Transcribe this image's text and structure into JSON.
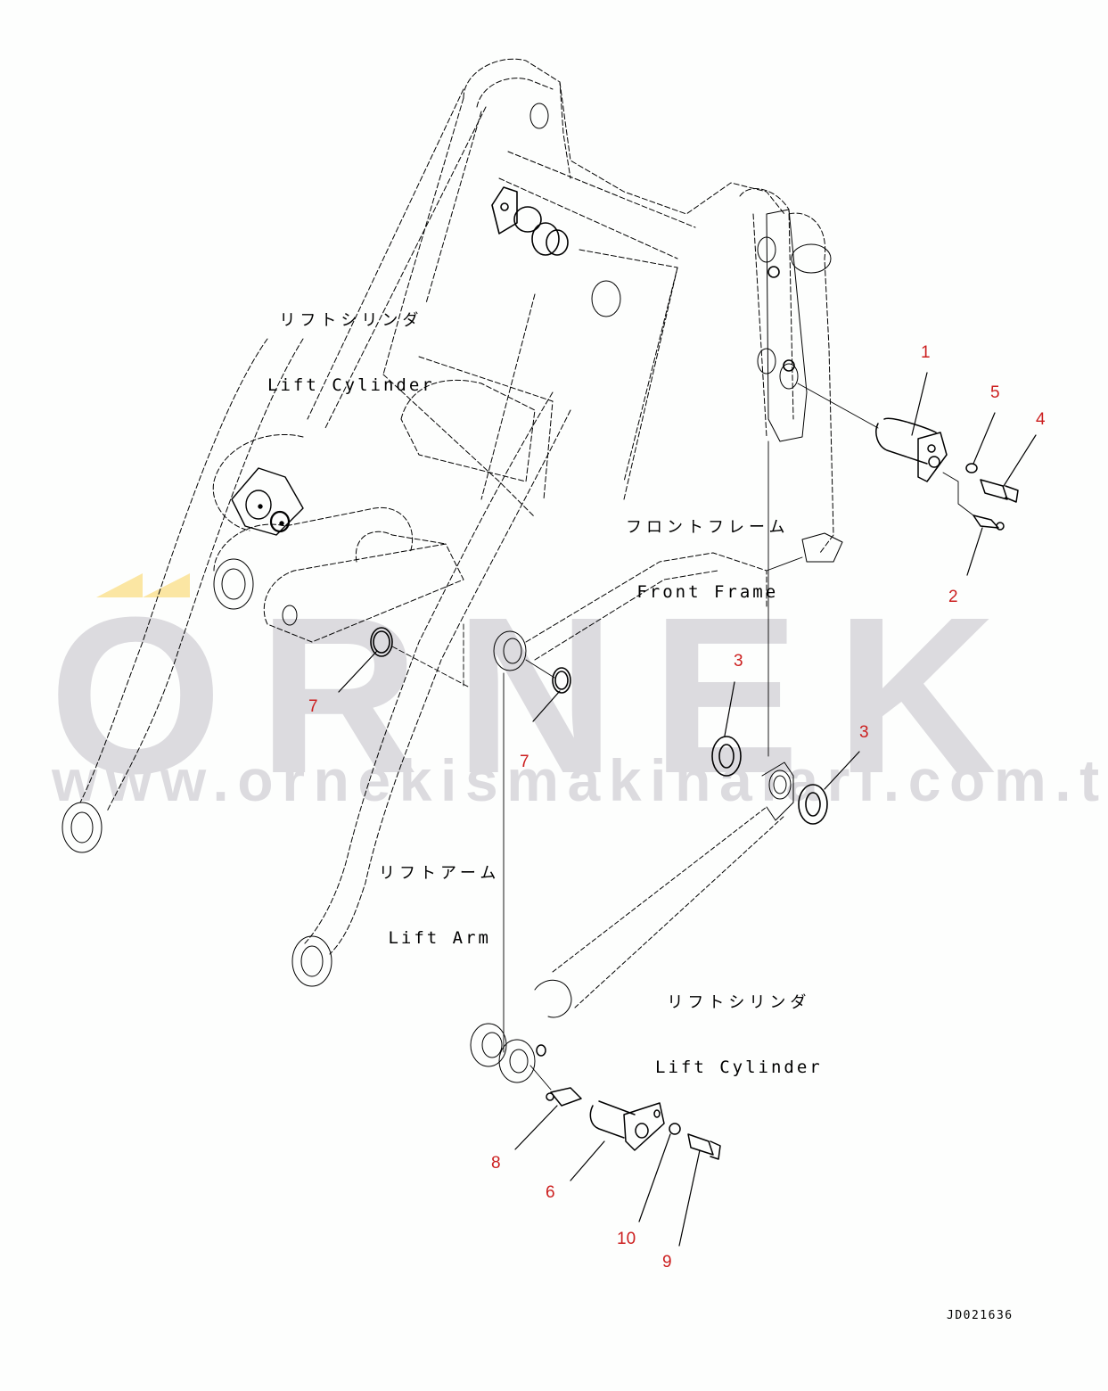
{
  "diagram": {
    "type": "exploded-parts-diagram",
    "drawing_id": "JD021636",
    "assembly_labels": [
      {
        "id": "lift-cylinder-upper",
        "jp": "リフトシリンダ",
        "en": "Lift Cylinder"
      },
      {
        "id": "front-frame",
        "jp": "フロントフレーム",
        "en": "Front Frame"
      },
      {
        "id": "lift-arm",
        "jp": "リフトアーム",
        "en": "Lift Arm"
      },
      {
        "id": "lift-cylinder-lower",
        "jp": "リフトシリンダ",
        "en": "Lift Cylinder"
      }
    ],
    "callouts": [
      {
        "number": "1",
        "part": "pin (frame end)"
      },
      {
        "number": "2",
        "part": "grease fitting"
      },
      {
        "number": "3",
        "part": "shim",
        "instances": 2
      },
      {
        "number": "4",
        "part": "bolt"
      },
      {
        "number": "5",
        "part": "washer"
      },
      {
        "number": "6",
        "part": "pin (arm end)"
      },
      {
        "number": "7",
        "part": "seal ring",
        "instances": 2
      },
      {
        "number": "8",
        "part": "grease fitting"
      },
      {
        "number": "9",
        "part": "bolt"
      },
      {
        "number": "10",
        "part": "washer"
      }
    ],
    "callout_color": "#cc1f1f",
    "line_color": "#000000"
  },
  "watermark": {
    "brand": "ÖRNEK",
    "url": "www.ornekismakinalari.com.tr",
    "text_color": "#dcdbdf",
    "accent_color": "#fbe6a3"
  }
}
